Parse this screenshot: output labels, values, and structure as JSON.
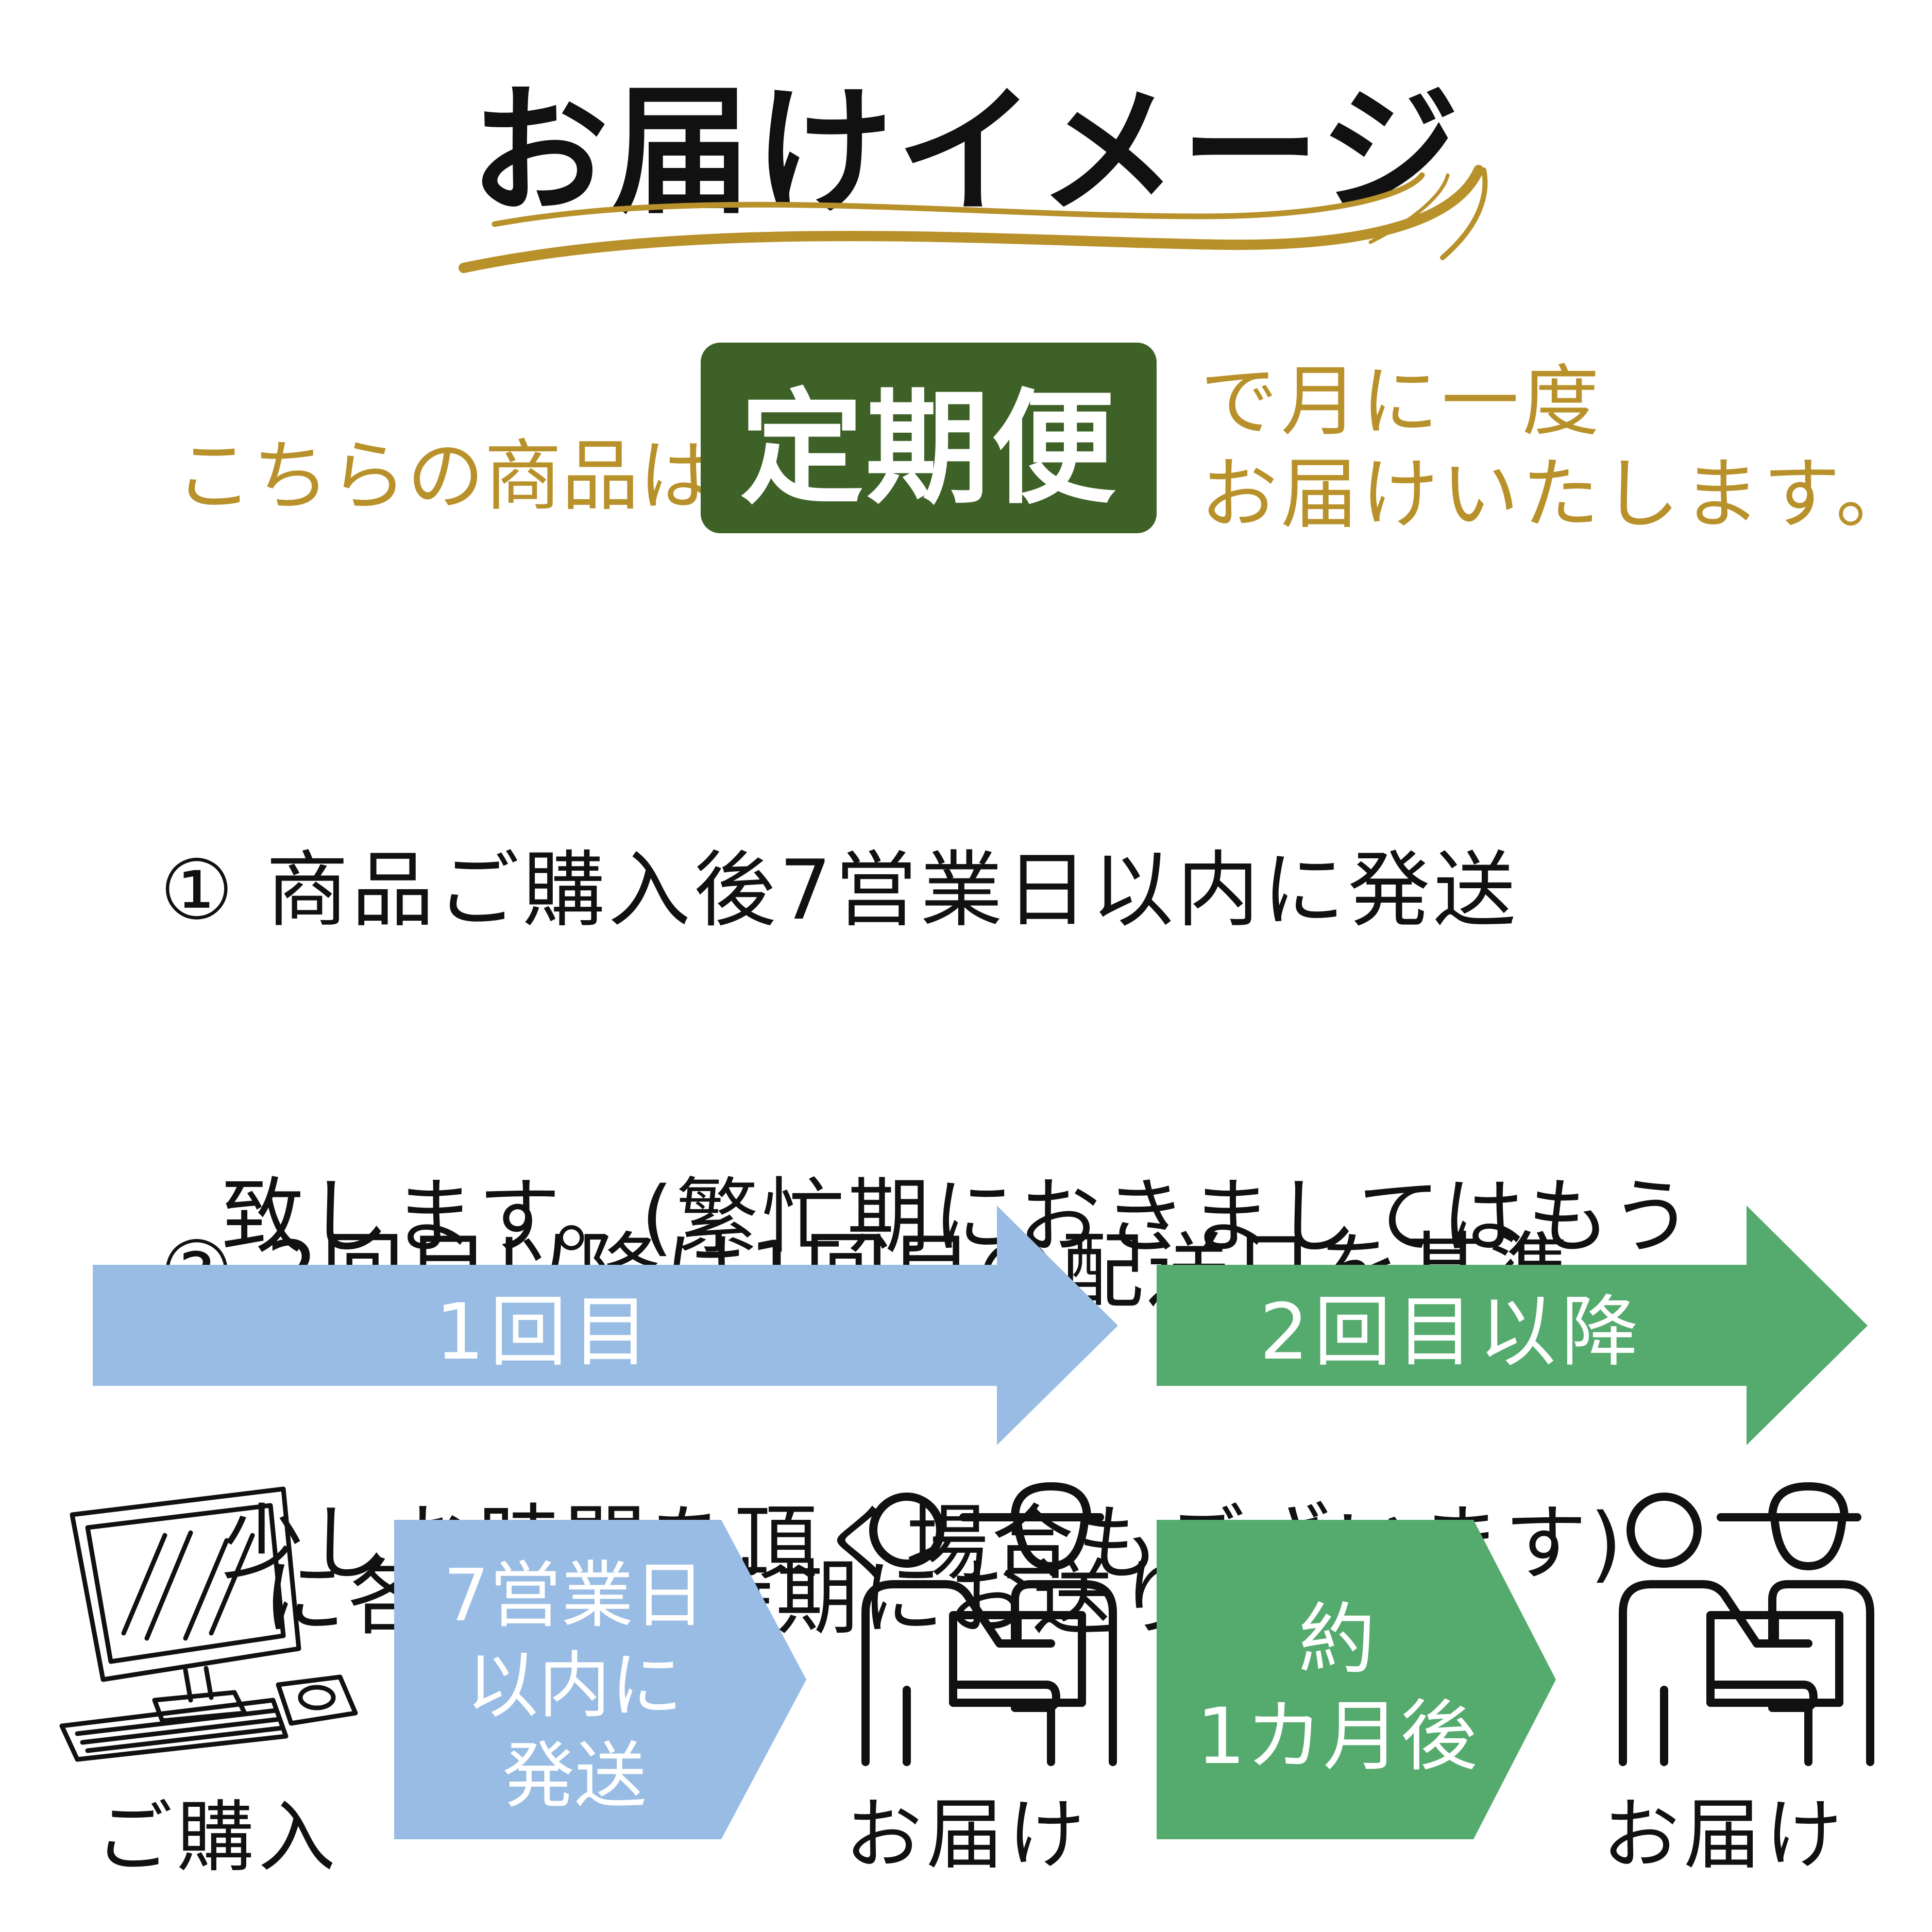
{
  "title": "お届けイメージ",
  "intro": {
    "left_text": "こちらの商品は",
    "badge": "定期便",
    "right_line1": "で月に一度",
    "right_line2": "お届けいたします。"
  },
  "steps": [
    {
      "marker": "①",
      "lines": [
        "商品ご購入後7営業日以内に発送",
        "致します。(繁忙期におきましてはもう",
        "少しお時間を頂く場合もございます)"
      ]
    },
    {
      "marker": "②",
      "lines": [
        "2回目以降は1回目の配送日を基準",
        "に各月の同時期にお送りします。"
      ]
    }
  ],
  "timeline": {
    "arrow1_label": "1回目",
    "arrow2_label": "2回目以降",
    "purchase_caption": "ご購入",
    "ship_lines": [
      "7営業日",
      "以内に",
      "発送"
    ],
    "delivery_caption_1": "お届け",
    "interval_lines": [
      "約",
      "1カ月後"
    ],
    "delivery_caption_2": "お届け"
  },
  "colors": {
    "gold": "#B8912B",
    "badge_green": "#3E6127",
    "blue": "#98BCE4",
    "green": "#55AA6E"
  },
  "icons": [
    "swoosh-underline",
    "computer-icon",
    "delivery-person-icon"
  ]
}
